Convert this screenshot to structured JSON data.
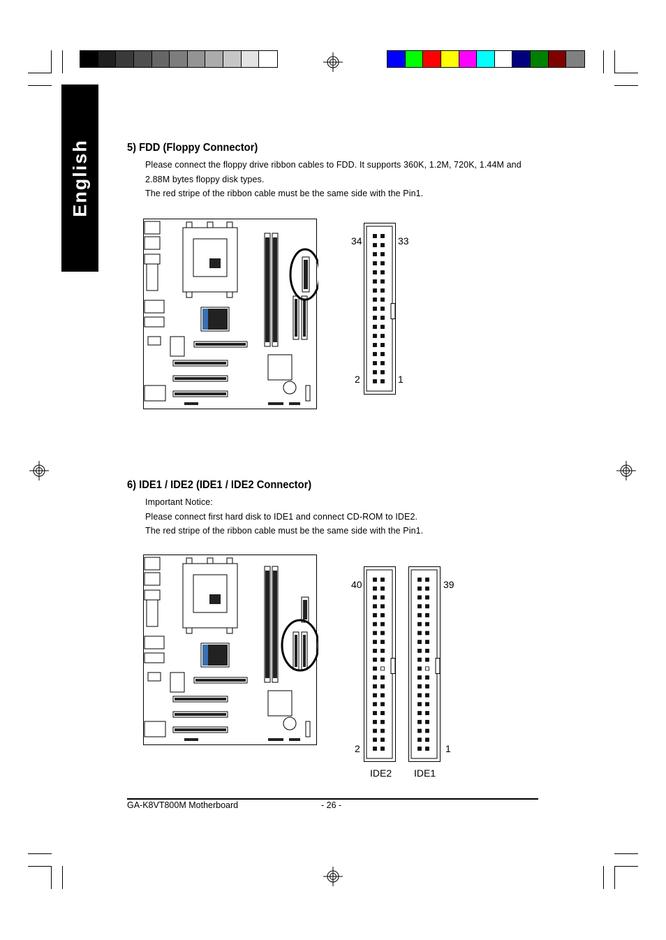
{
  "side_tab": {
    "label": "English"
  },
  "color_bars": {
    "grayscale": [
      "#000000",
      "#1f1f1f",
      "#3a3a3a",
      "#4f4f4f",
      "#666666",
      "#7d7d7d",
      "#949494",
      "#ababab",
      "#c6c6c6",
      "#e3e3e3",
      "#ffffff"
    ],
    "process": [
      "#0000ff",
      "#00ff00",
      "#ff0000",
      "#ffff00",
      "#ff00ff",
      "#00ffff",
      "#ffffff",
      "#000080",
      "#008000",
      "#800000",
      "#808080"
    ]
  },
  "fdd": {
    "heading": "5)   FDD (Floppy Connector)",
    "line1": "Please connect the floppy drive ribbon cables to FDD. It supports 360K, 1.2M, 720K, 1.44M and",
    "line2": "2.88M bytes floppy disk types.",
    "line3": "The red stripe of the ribbon cable must be the same side with the Pin1.",
    "pin_top_left": "34",
    "pin_top_right": "33",
    "pin_bottom_left": "2",
    "pin_bottom_right": "1"
  },
  "ide": {
    "heading": "6)   IDE1 / IDE2 (IDE1 / IDE2 Connector)",
    "notice": "Important Notice:",
    "line1": "Please connect first hard disk to IDE1 and connect CD-ROM to IDE2.",
    "line2": "The red stripe of the ribbon cable must be the same side with the Pin1.",
    "pin_top_left": "40",
    "pin_top_right": "39",
    "pin_bottom_left": "2",
    "pin_bottom_right": "1",
    "label_ide2": "IDE2",
    "label_ide1": "IDE1"
  },
  "footer": {
    "model": "GA-K8VT800M Motherboard",
    "page": "- 26 -"
  }
}
